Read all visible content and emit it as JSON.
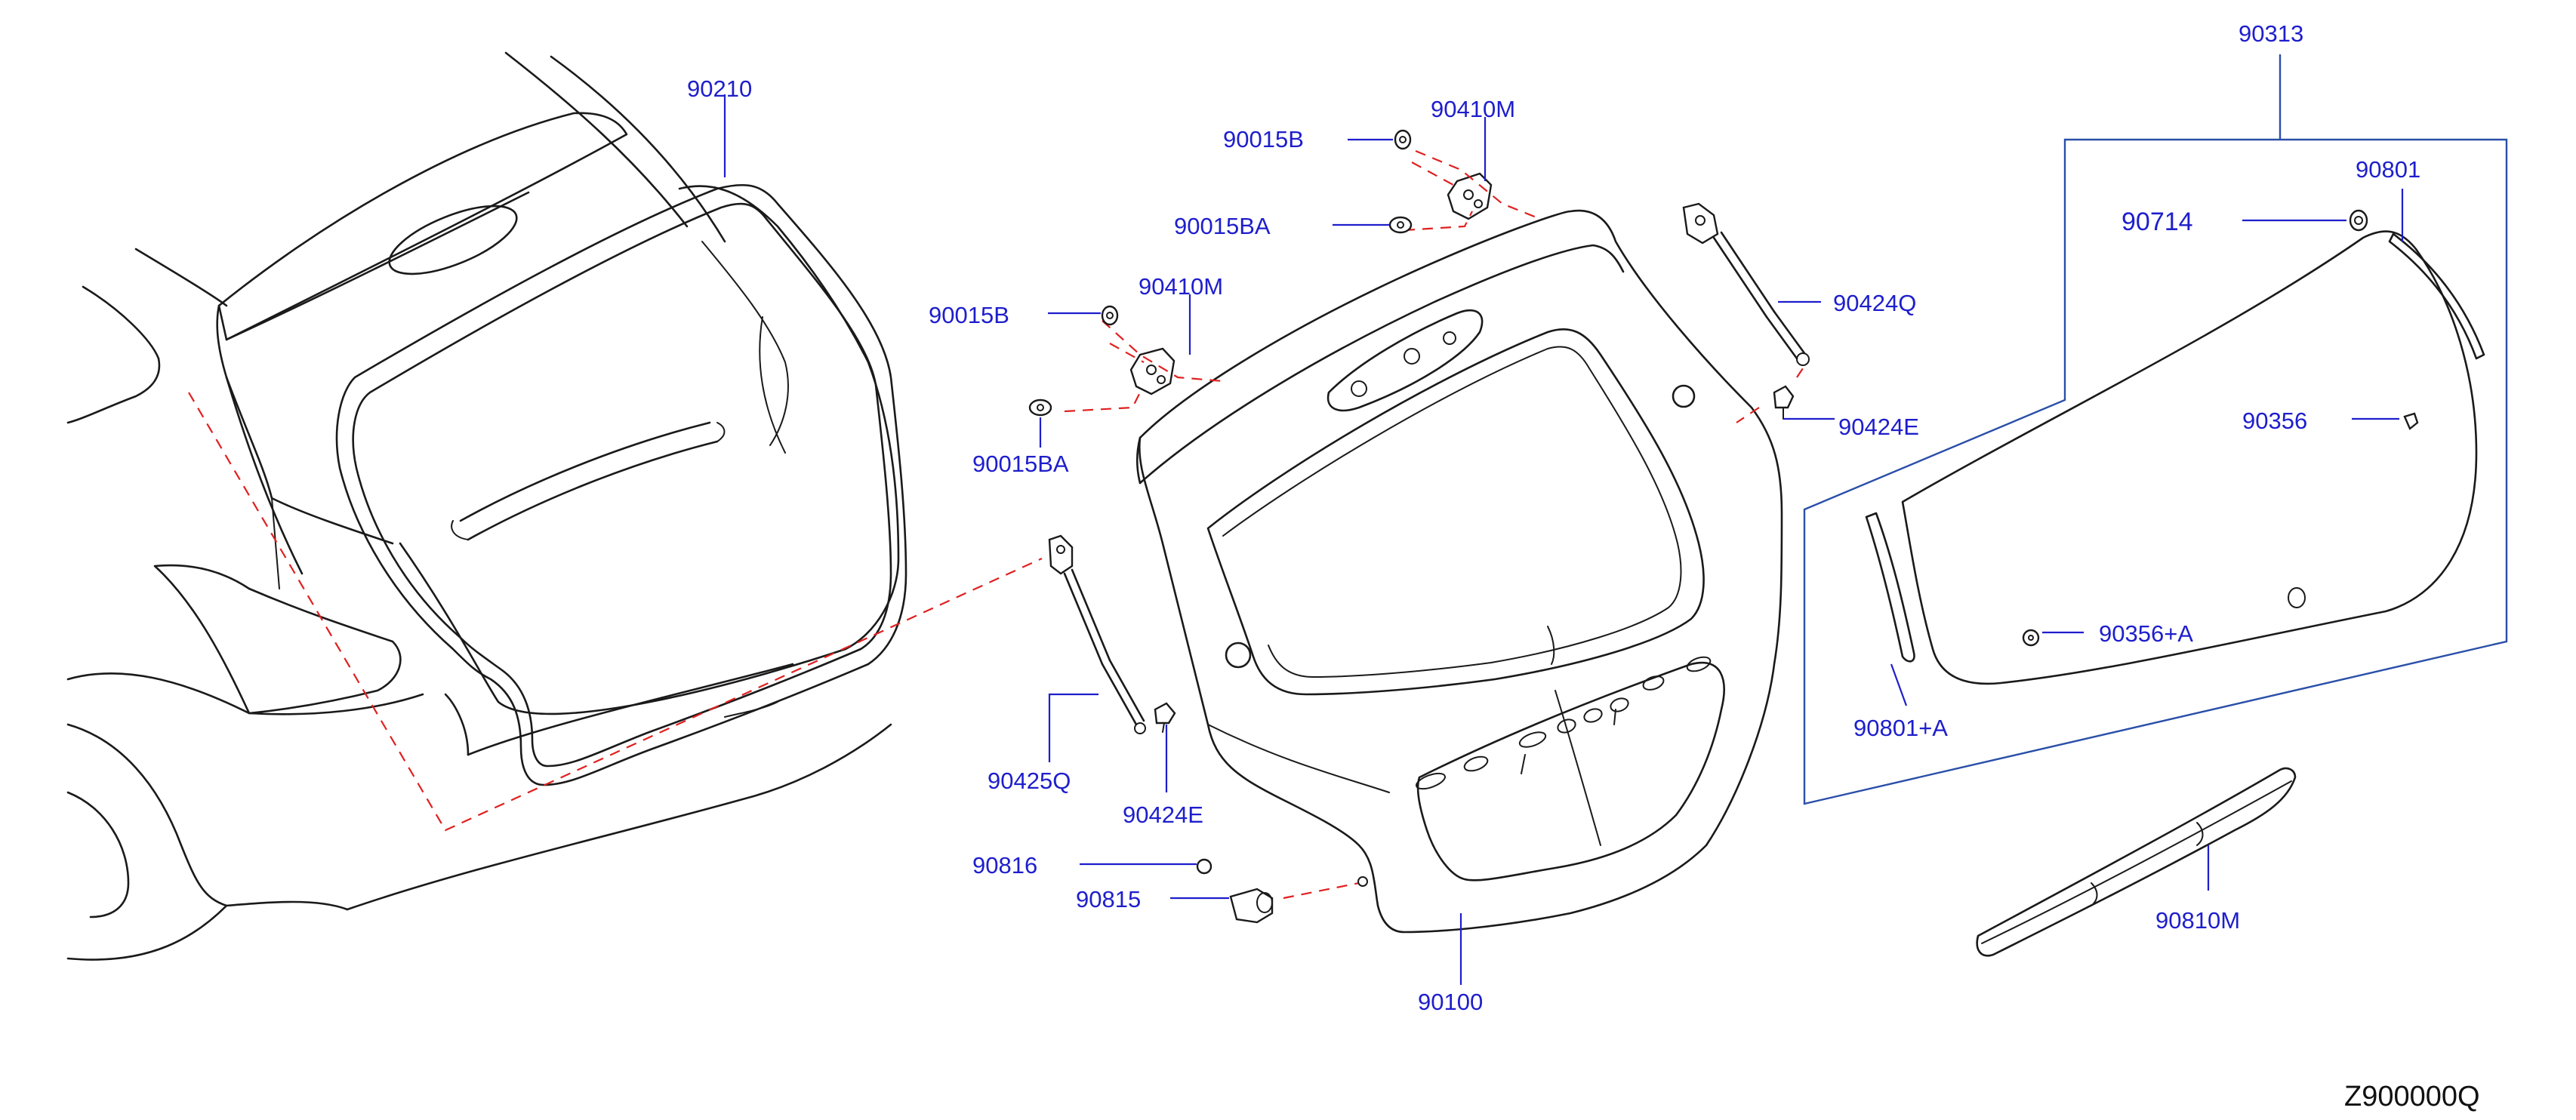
{
  "labels": {
    "p90210": "90210",
    "p90313": "90313",
    "p90801": "90801",
    "p90714": "90714",
    "p90356": "90356",
    "p90356a": "90356+A",
    "p90801a": "90801+A",
    "p90810m": "90810M",
    "p90015b_top": "90015B",
    "p90410m_top": "90410M",
    "p90015ba_top": "90015BA",
    "p90015b_mid": "90015B",
    "p90410m_mid": "90410M",
    "p90015ba_mid": "90015BA",
    "p90424q": "90424Q",
    "p90424e_right": "90424E",
    "p90425q": "90425Q",
    "p90424e_left": "90424E",
    "p90816": "90816",
    "p90815": "90815",
    "p90100": "90100"
  },
  "diagram_code": "Z900000Q",
  "colors": {
    "label": "#1e1ecc",
    "callout_box": "#2a4fa8",
    "dashed_link": "#e02020",
    "outline": "#1a1a1a"
  }
}
